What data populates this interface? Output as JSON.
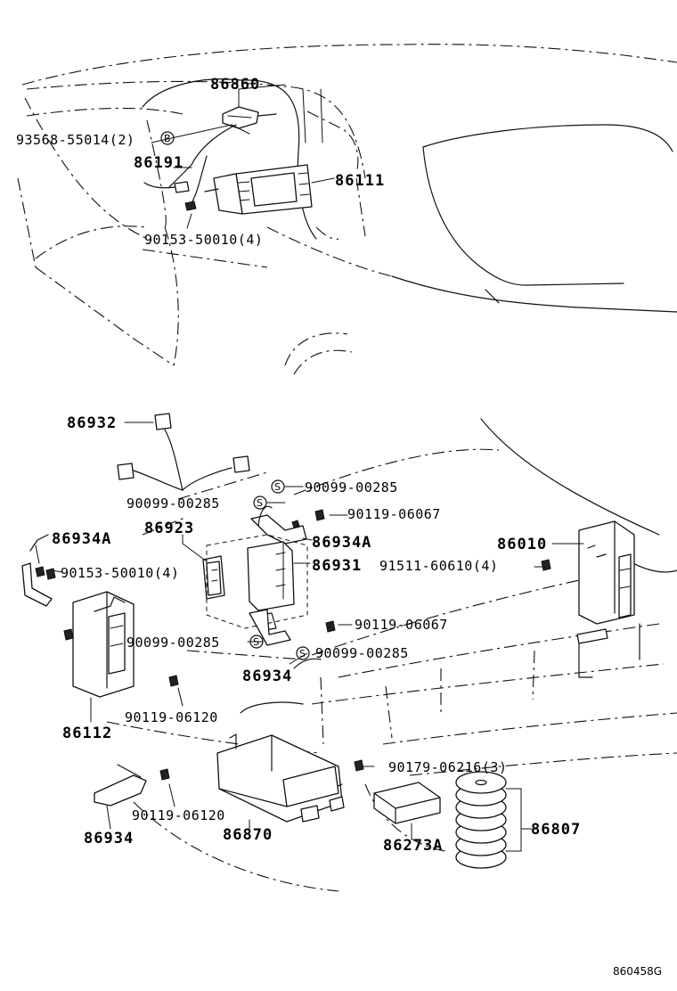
{
  "labels": {
    "p86860": "86860",
    "p93568": "93568-55014(2)",
    "p86191": "86191",
    "p86111": "86111",
    "p90153_top": "90153-50010(4)",
    "p86932": "86932",
    "p90099_a": "90099-00285",
    "p90099_b": "90099-00285",
    "p86923": "86923",
    "p90119_a": "90119-06067",
    "p86934A_mid": "86934A",
    "p86934A_left": "86934A",
    "p86931": "86931",
    "p86010": "86010",
    "p90153_left": "90153-50010(4)",
    "p91511": "91511-60610(4)",
    "p90119_b": "90119-06067",
    "p90099_c": "90099-00285",
    "p90099_d": "90099-00285",
    "p86934_mid": "86934",
    "p86112": "86112",
    "p90119_06120_a": "90119-06120",
    "p90179": "90179-06216(3)",
    "p90119_06120_b": "90119-06120",
    "p86870": "86870",
    "p86807": "86807",
    "p86934_bottom": "86934",
    "p86273A": "86273A"
  },
  "symbols": {
    "s_circle": "S",
    "b_circle": "B"
  },
  "reference": "860458G"
}
